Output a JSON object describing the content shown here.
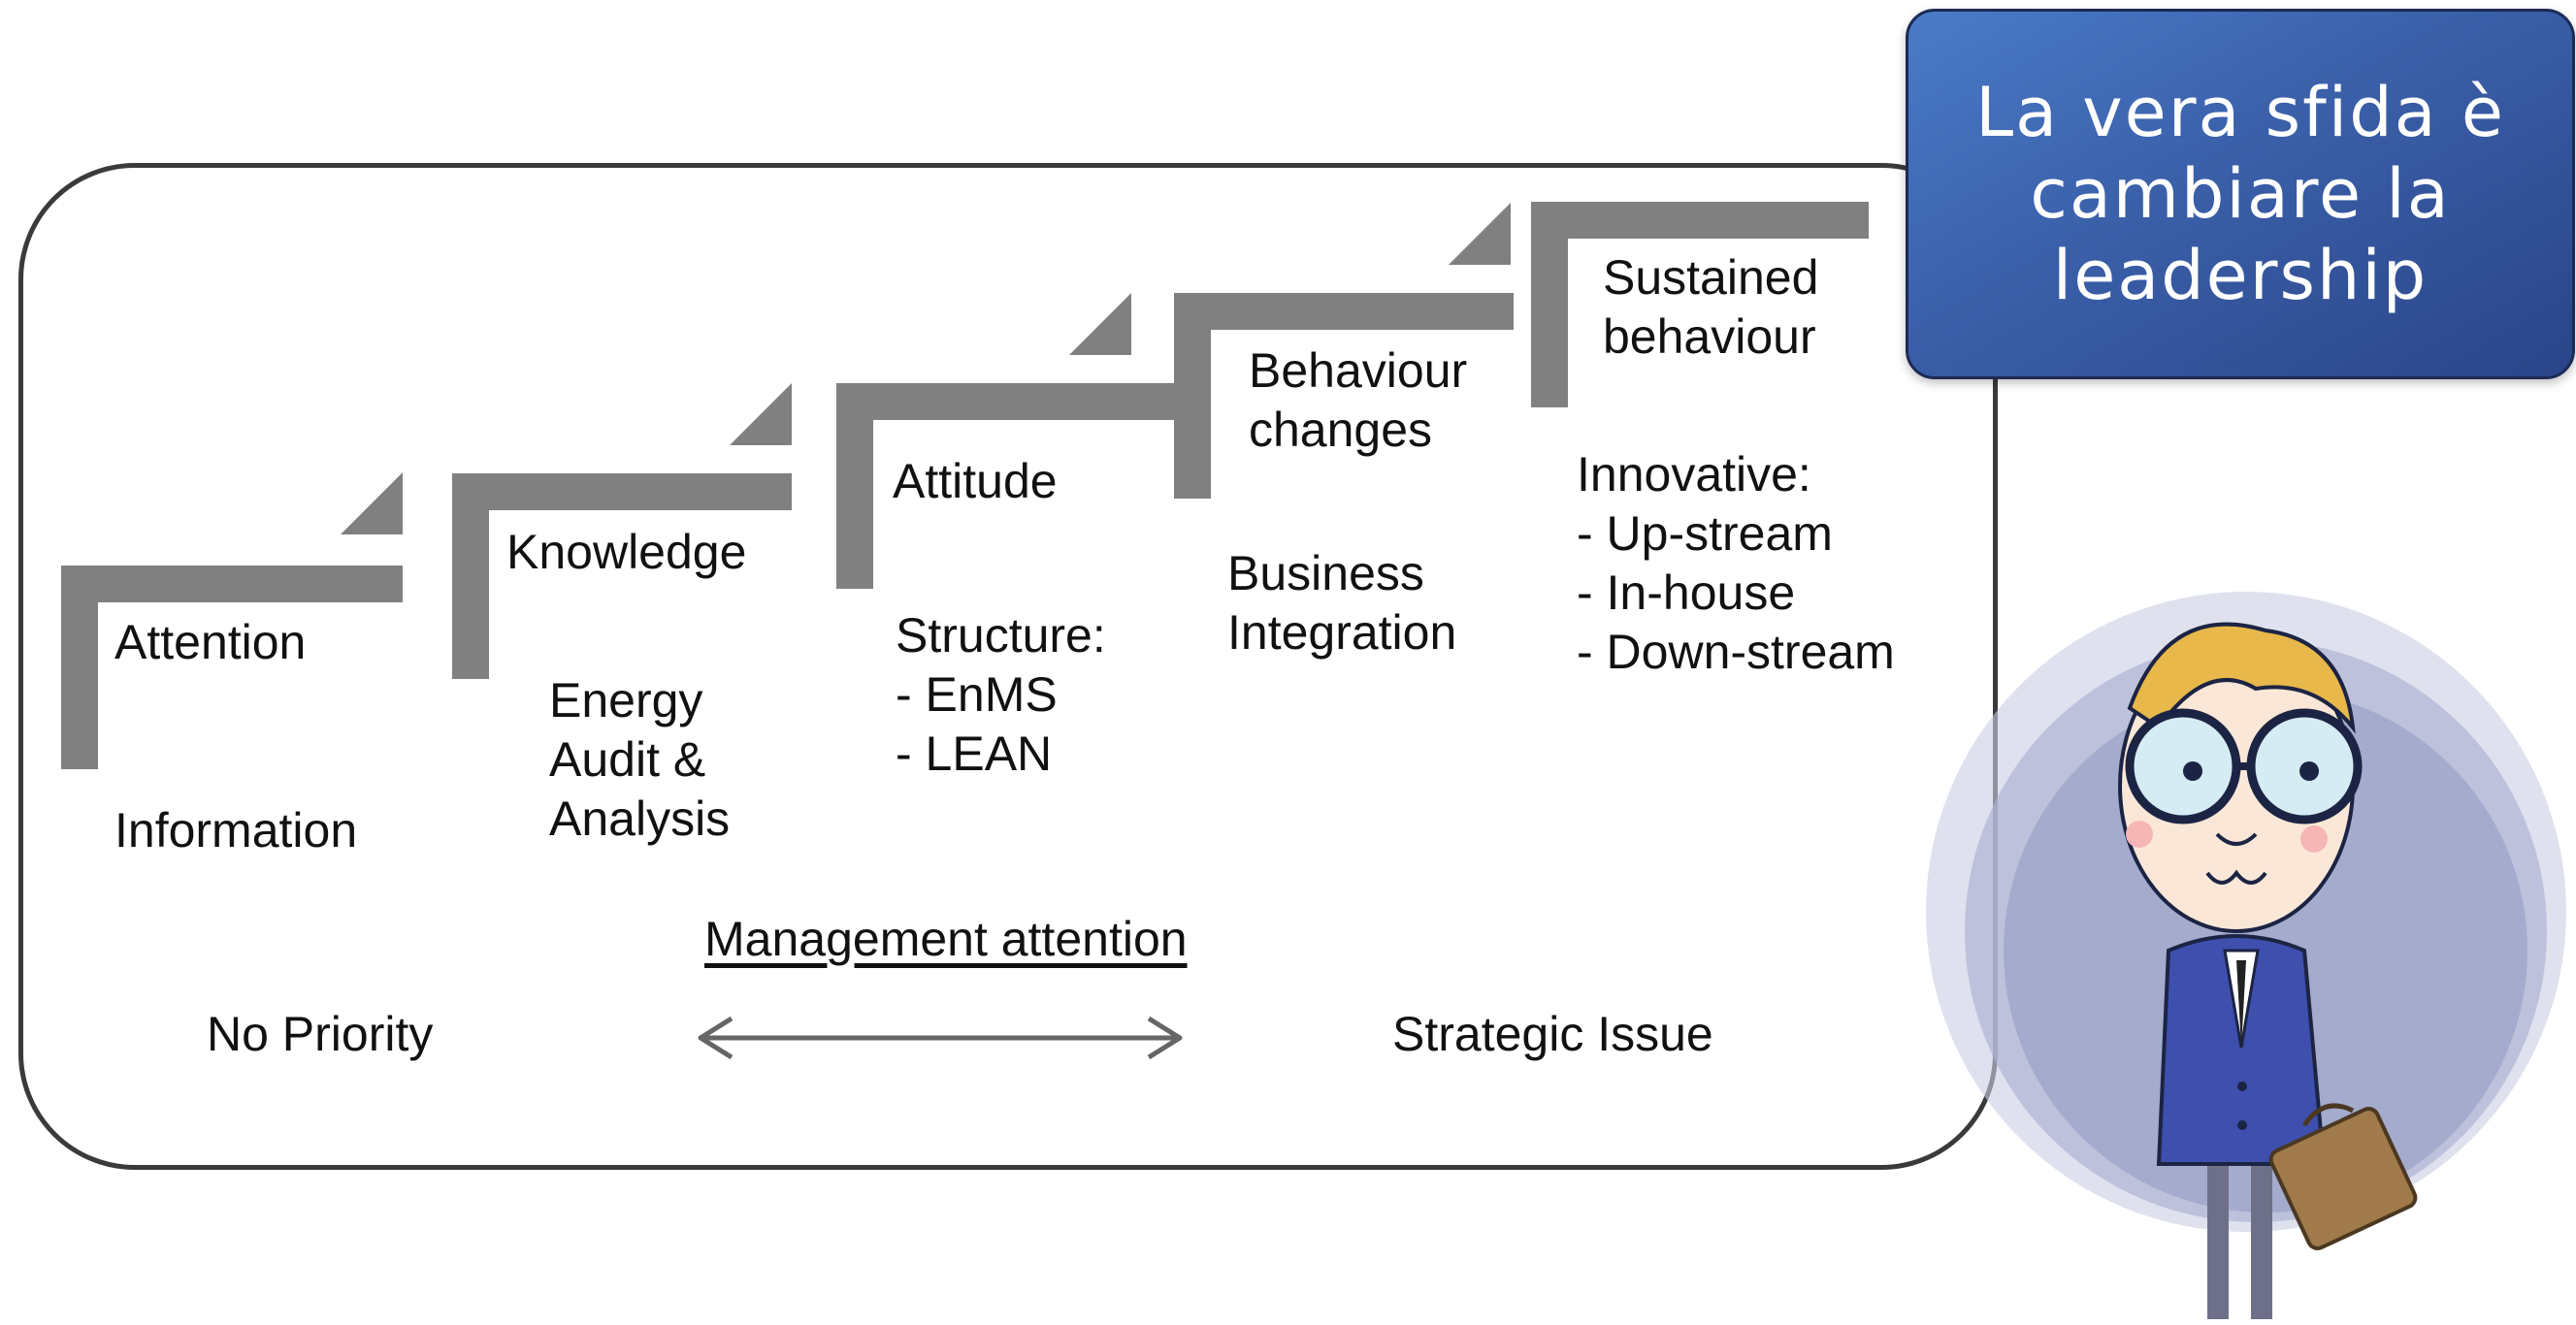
{
  "callout": {
    "text": "La vera sfida è\ncambiare la\nleadership"
  },
  "steps": [
    {
      "title": "Attention",
      "detail": "Information"
    },
    {
      "title": "Knowledge",
      "detail": "Energy\nAudit &\nAnalysis"
    },
    {
      "title": "Attitude",
      "detail": "Structure:\n- EnMS\n- LEAN"
    },
    {
      "title": "Behaviour\nchanges",
      "detail": "Business\nIntegration"
    },
    {
      "title": "Sustained\nbehaviour",
      "detail": "Innovative:\n- Up-stream\n- In-house\n- Down-stream"
    }
  ],
  "axis": {
    "label": "Management attention",
    "left": "No Priority",
    "right": "Strategic Issue"
  },
  "colors": {
    "step_gray": "#808080",
    "frame": "#3a3a3a",
    "callout_top": "#4a7bc8",
    "callout_bottom": "#2a4488",
    "illustration_circle": "#9ea5c9"
  },
  "illustration": {
    "icon": "businessman-cartoon-illustration"
  }
}
